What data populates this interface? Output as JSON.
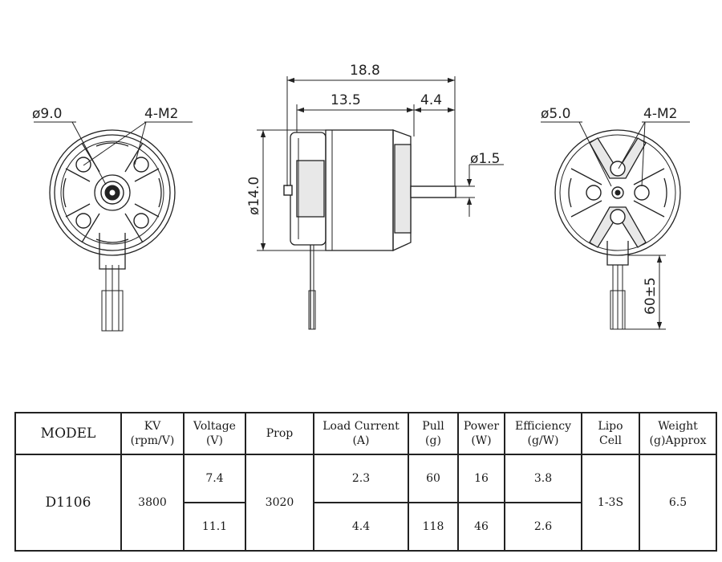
{
  "diagram": {
    "front_view": {
      "diameter_label": "ø9.0",
      "screw_label": "4-M2"
    },
    "side_view": {
      "total_length": "18.8",
      "body_length": "13.5",
      "shaft_length": "4.4",
      "body_diameter": "ø14.0",
      "shaft_diameter": "ø1.5"
    },
    "rear_view": {
      "diameter_label": "ø5.0",
      "screw_label": "4-M2",
      "lead_length": "60±5"
    }
  },
  "table": {
    "headers": {
      "model": "MODEL",
      "kv": [
        "KV",
        "(rpm/V)"
      ],
      "voltage": [
        "Voltage",
        "(V)"
      ],
      "prop": "Prop",
      "load_current": [
        "Load Current",
        "(A)"
      ],
      "pull": [
        "Pull",
        "(g)"
      ],
      "power": [
        "Power",
        "(W)"
      ],
      "efficiency": [
        "Efficiency",
        "(g/W)"
      ],
      "lipo": [
        "Lipo",
        "Cell"
      ],
      "weight": [
        "Weight",
        "(g)Approx"
      ]
    },
    "model": "D1106",
    "kv": "3800",
    "prop": "3020",
    "lipo": "1-3S",
    "weight": "6.5",
    "rows": [
      {
        "voltage": "7.4",
        "current": "2.3",
        "pull": "60",
        "power": "16",
        "efficiency": "3.8"
      },
      {
        "voltage": "11.1",
        "current": "4.4",
        "pull": "118",
        "power": "46",
        "efficiency": "2.6"
      }
    ]
  }
}
